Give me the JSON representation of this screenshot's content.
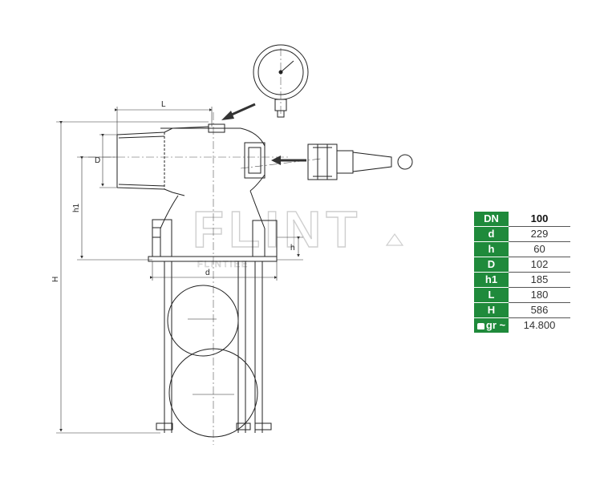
{
  "drawing": {
    "dimensions": {
      "L": "L",
      "D": "D",
      "h1": "h1",
      "H": "H",
      "h": "h",
      "d": "d"
    },
    "watermark": "FLINT",
    "watermark_sub": "FLINTIEE"
  },
  "spec_table": {
    "rows": [
      {
        "key": "DN",
        "value": "100"
      },
      {
        "key": "d",
        "value": "229"
      },
      {
        "key": "h",
        "value": "60"
      },
      {
        "key": "D",
        "value": "102"
      },
      {
        "key": "h1",
        "value": "185"
      },
      {
        "key": "L",
        "value": "180"
      },
      {
        "key": "H",
        "value": "586"
      },
      {
        "key": "gr ~",
        "value": "14.800",
        "icon": "weight-icon"
      }
    ],
    "colors": {
      "header_bg": "#1f8a3b",
      "header_text": "#ffffff"
    }
  }
}
